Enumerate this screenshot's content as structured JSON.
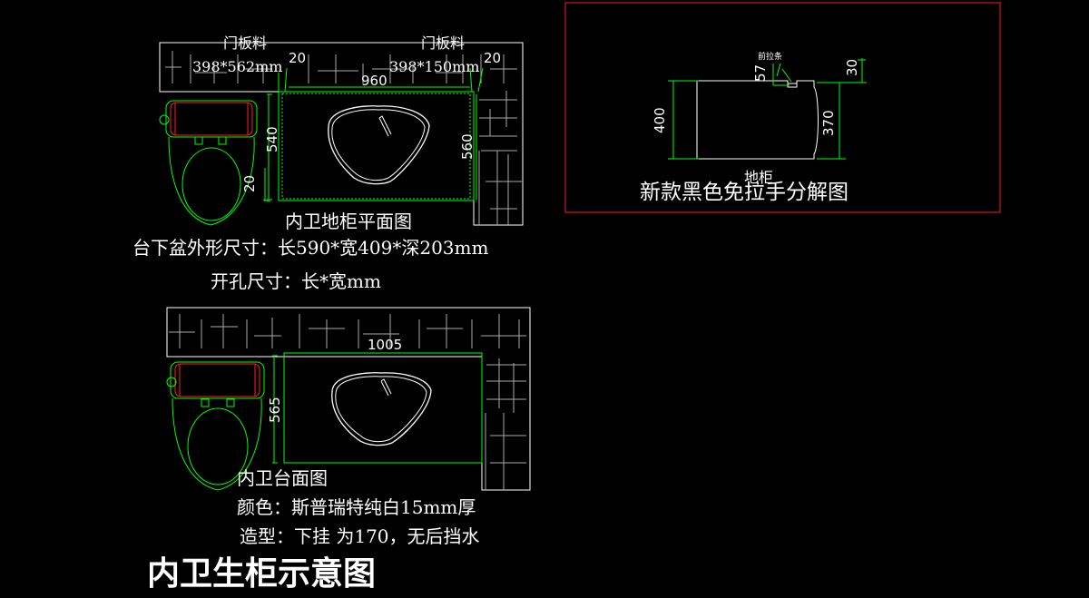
{
  "plan": {
    "door_label_left": "门板料",
    "door_size_left": "398*562mm",
    "door_label_right": "门板料",
    "door_size_right": "398*150mm",
    "dim_20_top_left": "20",
    "dim_20_top_right": "20",
    "dim_960": "960",
    "dim_540": "540",
    "dim_560": "560",
    "dim_20_bottom": "20",
    "title": "内卫地柜平面图",
    "basin_size": "台下盆外形尺寸：长590*宽409*深203mm",
    "hole_size": "开孔尺寸：长*宽mm"
  },
  "countertop": {
    "dim_1005": "1005",
    "dim_565": "565",
    "title": "内卫台面图",
    "color": "颜色：斯普瑞特纯白15mm厚",
    "shape": "造型：下挂 为170，无后挡水"
  },
  "section": {
    "dim_57": "57",
    "strip_label": "前拉条",
    "dim_30": "30",
    "dim_400": "400",
    "dim_370": "370",
    "cabinet_label": "地柜",
    "title": "新款黑色免拉手分解图"
  },
  "main_title": "内卫生柜示意图",
  "colors": {
    "background": "#000000",
    "line_white": "#ffffff",
    "line_green": "#00ff00",
    "line_red": "#ff2020",
    "frame_red": "#c0102a"
  }
}
